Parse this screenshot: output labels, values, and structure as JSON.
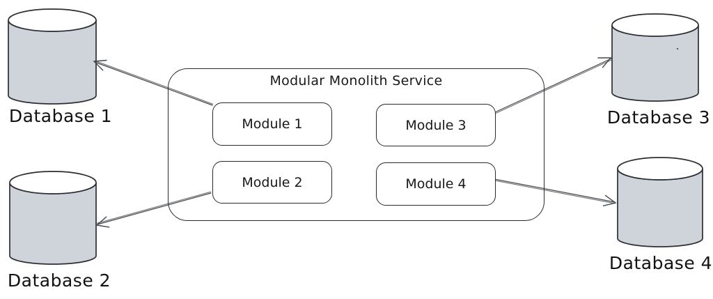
{
  "diagram": {
    "container": {
      "title": "Modular Monolith Service"
    },
    "modules": [
      {
        "label": "Module 1"
      },
      {
        "label": "Module 2"
      },
      {
        "label": "Module 3"
      },
      {
        "label": "Module 4"
      }
    ],
    "databases": [
      {
        "label": "Database 1"
      },
      {
        "label": "Database 2"
      },
      {
        "label": "Database 3"
      },
      {
        "label": "Database 4"
      }
    ],
    "connections": [
      {
        "from": "Module 1",
        "to": "Database 1"
      },
      {
        "from": "Module 2",
        "to": "Database 2"
      },
      {
        "from": "Module 3",
        "to": "Database 3"
      },
      {
        "from": "Module 4",
        "to": "Database 4"
      }
    ],
    "style": {
      "background_color": "#ffffff",
      "stroke_color": "#27292d",
      "arrow_color": "#43484d",
      "cylinder_fill": "#ced4da",
      "cylinder_top_fill": "#ffffff"
    }
  }
}
